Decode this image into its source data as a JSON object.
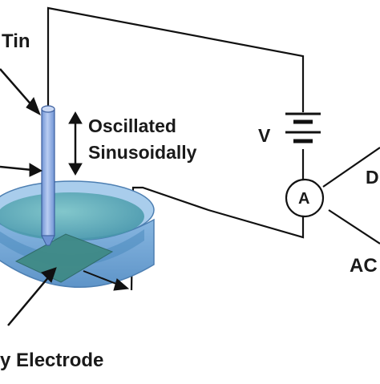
{
  "labels": {
    "tin": "Tin",
    "oscillated_line1": "Oscillated",
    "oscillated_line2": "Sinusoidally",
    "voltage": "V",
    "ammeter": "A",
    "dc": "D",
    "ac": "AC",
    "electrode": "y Electrode"
  },
  "colors": {
    "wire": "#111111",
    "dish_fill": "#7fb0dc",
    "dish_rim": "#5d93c6",
    "liquid": "#4fa3b0",
    "probe": "#8fb2e8",
    "electrode_plate": "#3f8a86"
  }
}
